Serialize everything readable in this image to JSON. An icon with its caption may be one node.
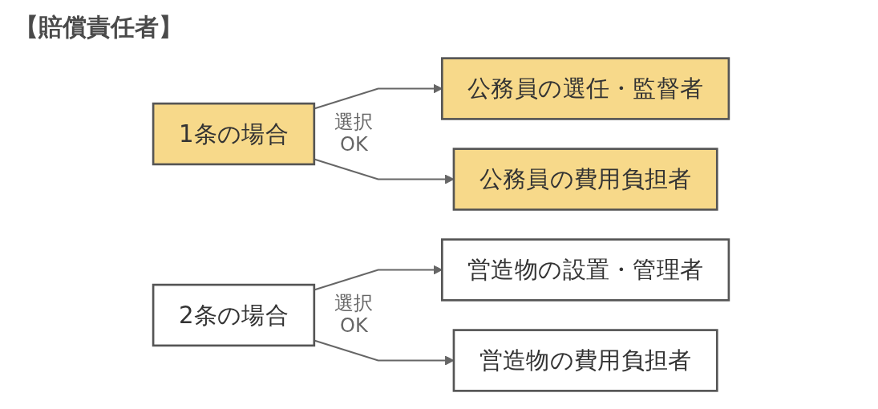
{
  "diagram": {
    "title": "【賠償責任者】",
    "nodes": [
      {
        "text": [
          "1条の場合"
        ]
      },
      {
        "text": [
          "公務員の選任・監督者"
        ]
      },
      {
        "text": [
          "営造物の設置・管理者"
        ]
      },
      {
        "text": [
          "公務員の費用負担者"
        ]
      },
      {
        "text": [
          "営造物の費用負担者"
        ]
      },
      {
        "text": [
          "2条の場合"
        ]
      }
    ],
    "edges": [
      {
        "from": 0,
        "to": 1,
        "arrow": "to"
      },
      {
        "from": 0,
        "to": 3,
        "arrow": "to"
      },
      {
        "from": 5,
        "to": 2,
        "arrow": "to"
      },
      {
        "from": 5,
        "to": 4,
        "arrow": "to"
      }
    ],
    "labels": [
      "選択OK",
      "選択OK"
    ]
  }
}
